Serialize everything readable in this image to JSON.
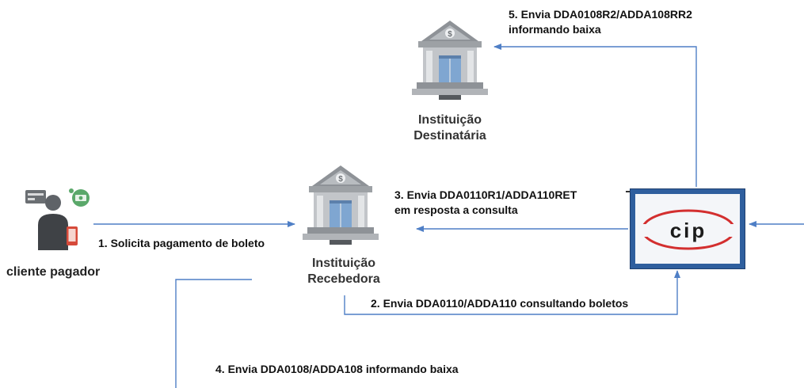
{
  "nodes": {
    "cliente": "cliente pagador",
    "recebedora": [
      "Instituição",
      "Recebedora"
    ],
    "destinataria": [
      "Instituição",
      "Destinatária"
    ],
    "cip_logo": "cip"
  },
  "steps": {
    "s1": "1. Solicita pagamento de boleto",
    "s2": "2. Envia DDA0110/ADDA110 consultando boletos",
    "s3": [
      "3. Envia DDA0110R1/ADDA110RET",
      "em resposta a consulta"
    ],
    "s4": "4. Envia DDA0108/ADDA108 informando baixa",
    "s5": [
      "5. Envia DDA0108R2/ADDA108RR2",
      "informando baixa"
    ]
  },
  "colors": {
    "arrow": "#4f7fc6",
    "cip_frame": "#2f5f9e",
    "cip_red": "#d32f2f",
    "bank_gray": "#a9acb0"
  }
}
